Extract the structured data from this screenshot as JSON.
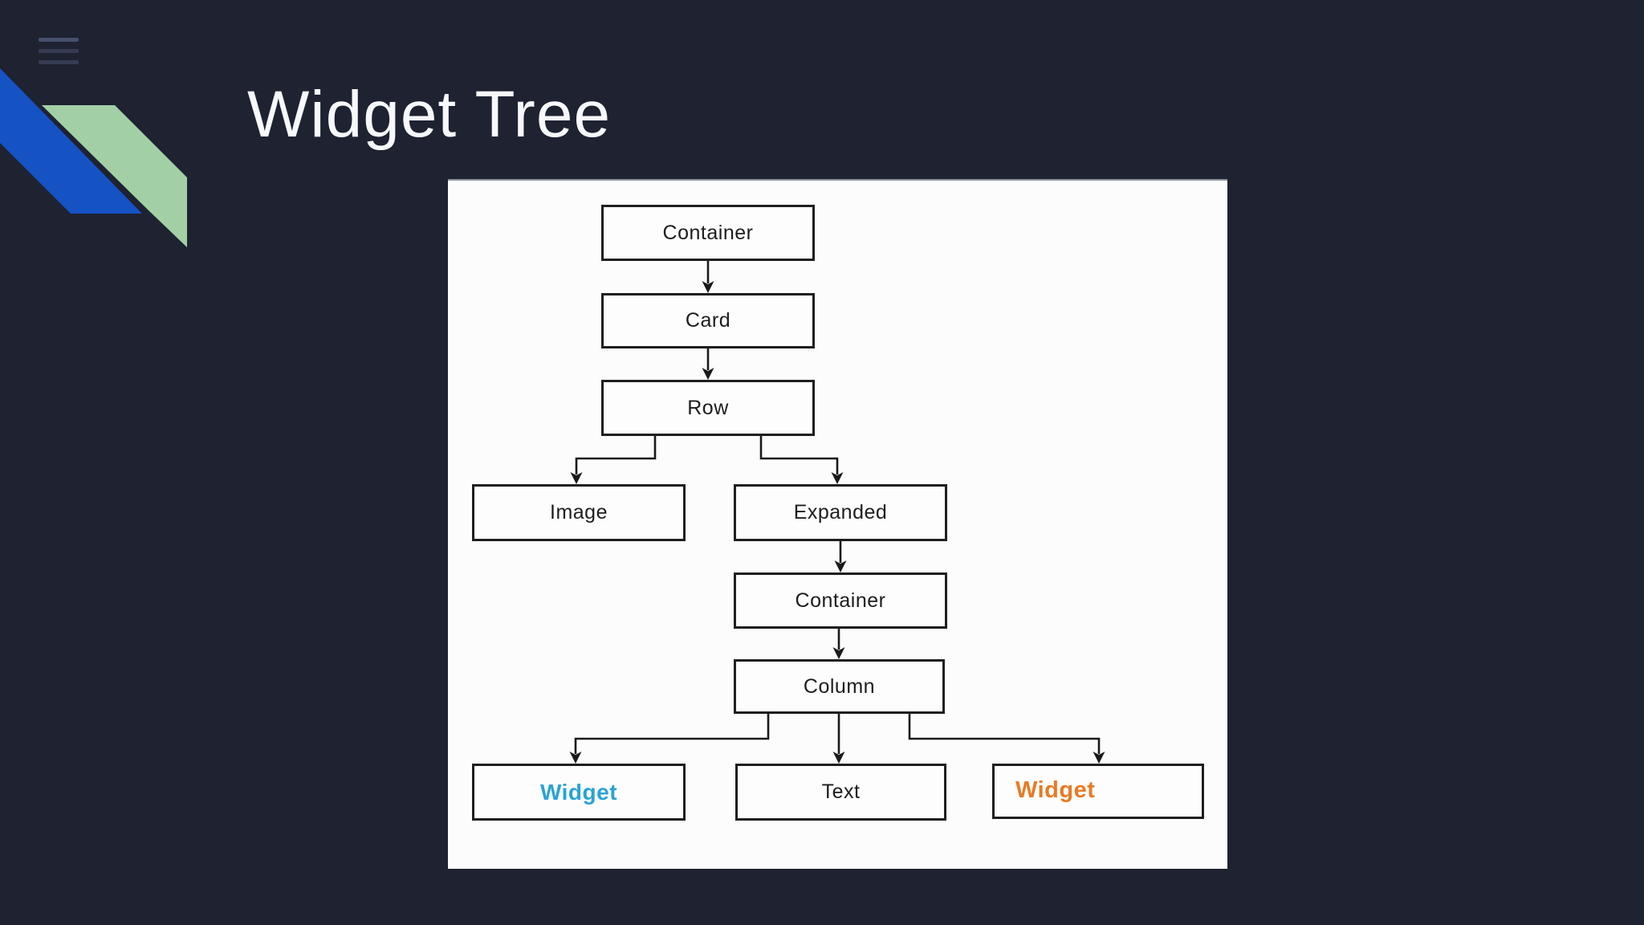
{
  "slide": {
    "title": "Widget Tree",
    "colors": {
      "background": "#1e2231",
      "title_text": "#f7f8fa",
      "ribbon_blue": "#1552c4",
      "ribbon_green": "#a2d0a4",
      "panel_background": "#fcfcfc",
      "diagram_line": "#1a1a1a",
      "widget_left_accent": "#29a3d4",
      "widget_right_accent": "#e87a25"
    },
    "icons": {
      "menu": "hamburger-icon"
    }
  },
  "diagram": {
    "nodes": [
      {
        "id": "container-1",
        "label": "Container",
        "text_color": "#1d1d1d"
      },
      {
        "id": "card",
        "label": "Card",
        "text_color": "#1d1d1d"
      },
      {
        "id": "row",
        "label": "Row",
        "text_color": "#1d1d1d"
      },
      {
        "id": "image",
        "label": "Image",
        "text_color": "#1d1d1d"
      },
      {
        "id": "expanded",
        "label": "Expanded",
        "text_color": "#1d1d1d"
      },
      {
        "id": "container-2",
        "label": "Container",
        "text_color": "#1d1d1d"
      },
      {
        "id": "column",
        "label": "Column",
        "text_color": "#1d1d1d"
      },
      {
        "id": "widget-left",
        "label": "Widget",
        "text_color": "#29a3d4"
      },
      {
        "id": "text",
        "label": "Text",
        "text_color": "#1d1d1d"
      },
      {
        "id": "widget-right",
        "label": "Widget",
        "text_color": "#e87a25"
      }
    ],
    "edges": [
      {
        "from": "container-1",
        "to": "card"
      },
      {
        "from": "card",
        "to": "row"
      },
      {
        "from": "row",
        "to": "image"
      },
      {
        "from": "row",
        "to": "expanded"
      },
      {
        "from": "expanded",
        "to": "container-2"
      },
      {
        "from": "container-2",
        "to": "column"
      },
      {
        "from": "column",
        "to": "widget-left"
      },
      {
        "from": "column",
        "to": "text"
      },
      {
        "from": "column",
        "to": "widget-right"
      }
    ]
  }
}
